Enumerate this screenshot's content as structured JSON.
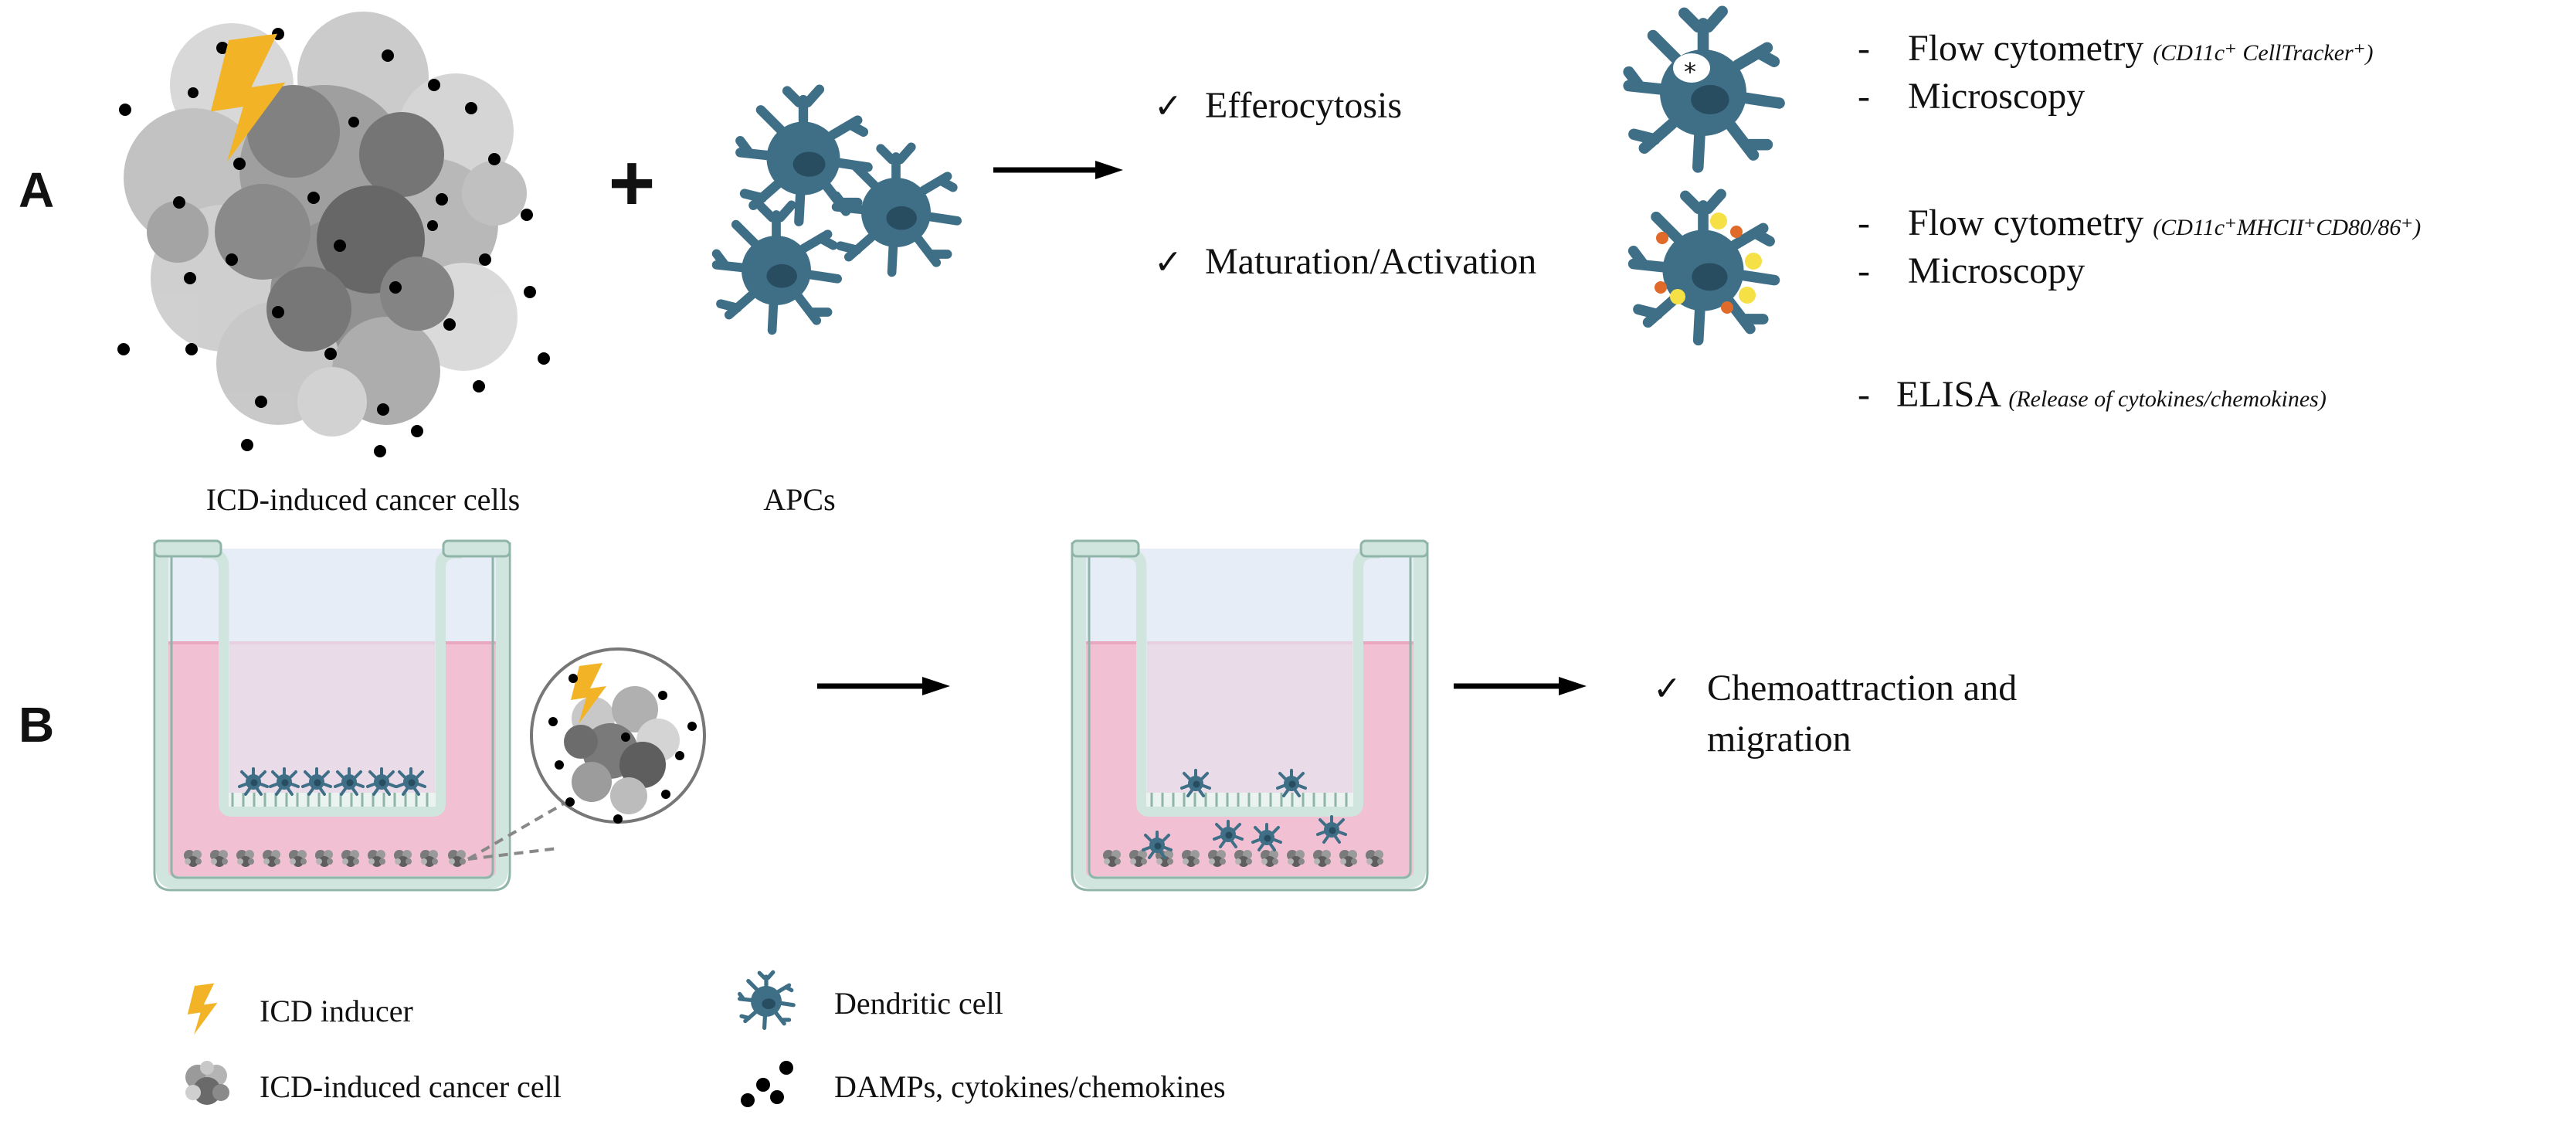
{
  "colors": {
    "bolt": "#f2b326",
    "dendritic": "#3f6f87",
    "dendritic_dark": "#284c60",
    "membrane_upper": "#e6edf7",
    "medium_pink": "#f1c0d2",
    "well_frame": "#cfe5dd",
    "well_stroke": "#8fb5a8",
    "marker_yellow": "#f5e046",
    "marker_orange": "#e06a2a"
  },
  "panel_a": {
    "label": "A",
    "cancer_label": "ICD-induced cancer cells",
    "plus": "+",
    "apc_label": "APCs",
    "efferocytosis": {
      "check": "✓",
      "title": "Efferocytosis",
      "methods": [
        {
          "dash": "-",
          "name": "Flow cytometry",
          "detail": "(CD11c⁺ CellTracker⁺)"
        },
        {
          "dash": "-",
          "name": "Microscopy",
          "detail": ""
        }
      ]
    },
    "maturation": {
      "check": "✓",
      "title": "Maturation/Activation",
      "methods": [
        {
          "dash": "-",
          "name": "Flow cytometry",
          "detail": "(CD11c⁺MHCII⁺CD80/86⁺)"
        },
        {
          "dash": "-",
          "name": "Microscopy",
          "detail": ""
        },
        {
          "dash": "-",
          "name": "ELISA",
          "detail": "(Release of cytokines/chemokines)"
        }
      ]
    }
  },
  "panel_b": {
    "label": "B",
    "result": {
      "check": "✓",
      "line1": "Chemoattraction and",
      "line2": "migration"
    }
  },
  "legend": [
    {
      "icon": "bolt-icon",
      "label": "ICD inducer"
    },
    {
      "icon": "cancer-cell-icon",
      "label": "ICD-induced cancer cell"
    },
    {
      "icon": "dendritic-cell-icon",
      "label": "Dendritic cell"
    },
    {
      "icon": "damps-icon",
      "label": "DAMPs, cytokines/chemokines"
    }
  ]
}
